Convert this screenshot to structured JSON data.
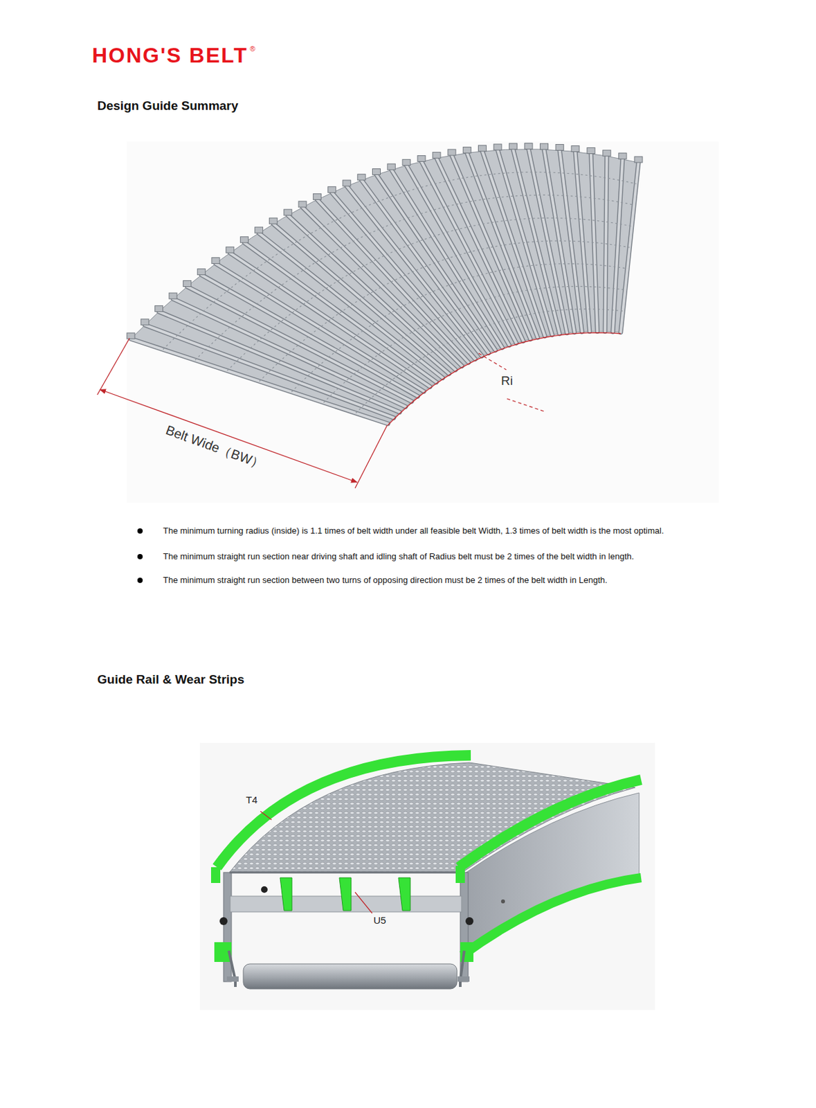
{
  "diagram": {
    "labels": [
      "HONG'S BELT",
      "®",
      "Design Guide Summary",
      "Ri",
      "Belt Wide（BW）",
      "The minimum turning radius (inside) is 1.1 times of belt width under all feasible belt Width, 1.3 times of belt width is the most optimal.",
      "The minimum straight run section near driving shaft and idling shaft of Radius belt must be 2 times of the belt width in length.",
      "The minimum straight run section between two turns of opposing direction must be 2 times of the belt width in Length.",
      "Guide Rail & Wear Strips",
      "T4",
      "U5"
    ]
  }
}
